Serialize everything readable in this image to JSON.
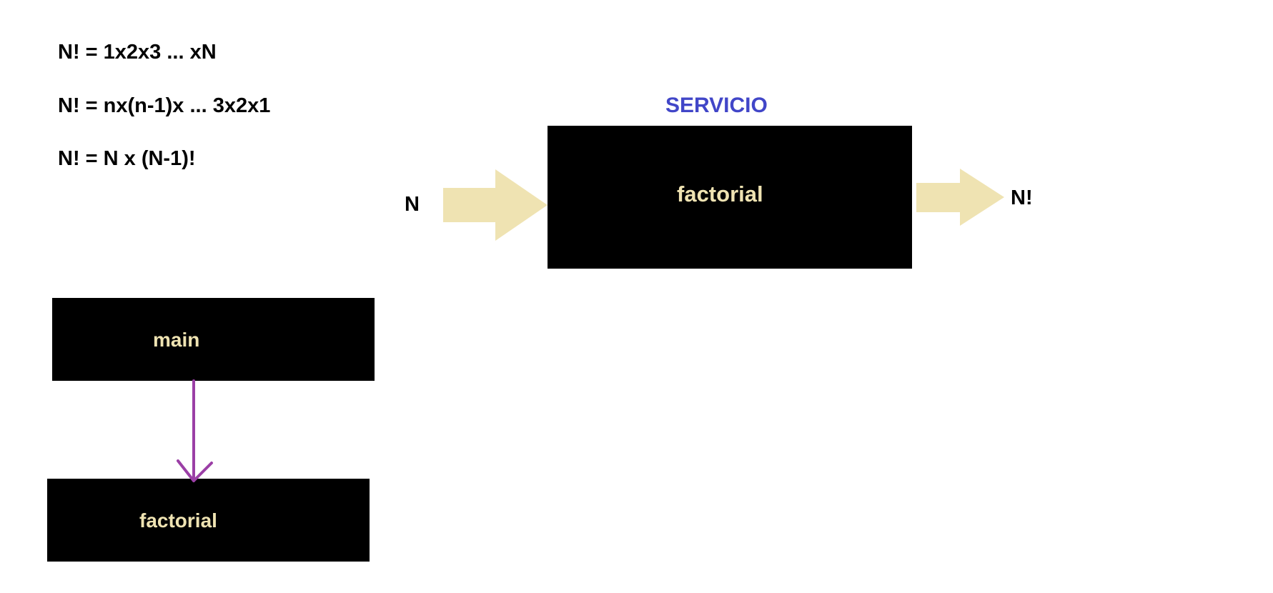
{
  "formulas": [
    "N! = 1x2x3 ... xN",
    "N! = nx(n-1)x ... 3x2x1",
    "N! = N x (N-1)!"
  ],
  "service": {
    "title": "SERVICIO",
    "box_label": "factorial",
    "input_label": "N",
    "output_label": "N!"
  },
  "call_diagram": {
    "caller_label": "main",
    "callee_label": "factorial"
  },
  "colors": {
    "box_fill": "#000000",
    "box_text": "#efe3b2",
    "flow_arrow": "#efe3b2",
    "call_arrow": "#9b3fa6",
    "service_title": "#4146c8"
  }
}
